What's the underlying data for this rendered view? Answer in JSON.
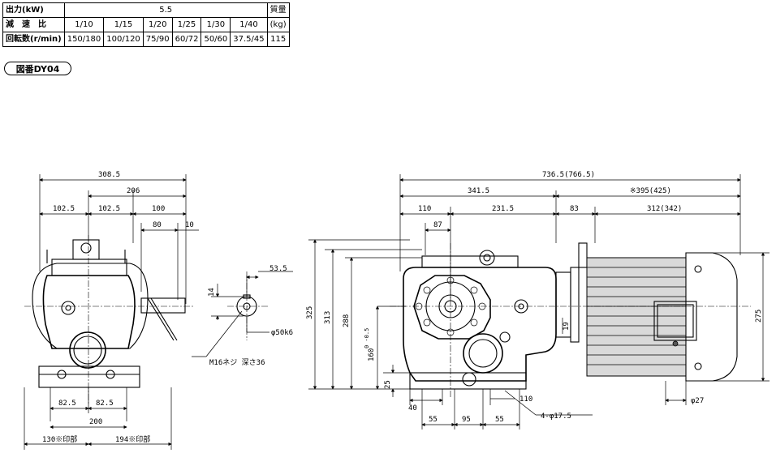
{
  "spec_table": {
    "output_label": "出力(kW)",
    "output_value": "5.5",
    "mass_label": "質量",
    "ratio_label": "減　速　比",
    "ratios": [
      "1/10",
      "1/15",
      "1/20",
      "1/25",
      "1/30",
      "1/40"
    ],
    "mass_unit": "(kg)",
    "speed_label": "回転数(r/min)",
    "speeds": [
      "150/180",
      "100/120",
      "75/90",
      "60/72",
      "50/60",
      "37.5/45"
    ],
    "mass_value": "115"
  },
  "figure_label": "図番DY04",
  "dims": {
    "side_total": "308.5",
    "side_206": "206",
    "side_1025a": "102.5",
    "side_1025b": "102.5",
    "side_100": "100",
    "side_80": "80",
    "side_10": "10",
    "base_825a": "82.5",
    "base_825b": "82.5",
    "base_200": "200",
    "bottom_130": "130※印部",
    "bottom_194": "194※印部",
    "shaft_535": "53.5",
    "shaft_14": "14",
    "shaft_dia": "φ50k6",
    "shaft_thread": "M16ネジ 深さ36",
    "front_total": "736.5(766.5)",
    "front_3415": "341.5",
    "front_395": "※395(425)",
    "front_110": "110",
    "front_2315": "231.5",
    "front_83": "83",
    "front_312": "312(342)",
    "front_87": "87",
    "h_325": "325",
    "h_313": "313",
    "h_288": "288",
    "h_160": "160",
    "h_160_tol": "0\n-0.5",
    "h_25": "25",
    "h_19": "19",
    "h_275": "275",
    "b_40": "40",
    "b_110": "110",
    "b_55a": "55",
    "b_95": "95",
    "b_55b": "55",
    "b_holes": "4-φ17.5",
    "b_27": "φ27"
  }
}
